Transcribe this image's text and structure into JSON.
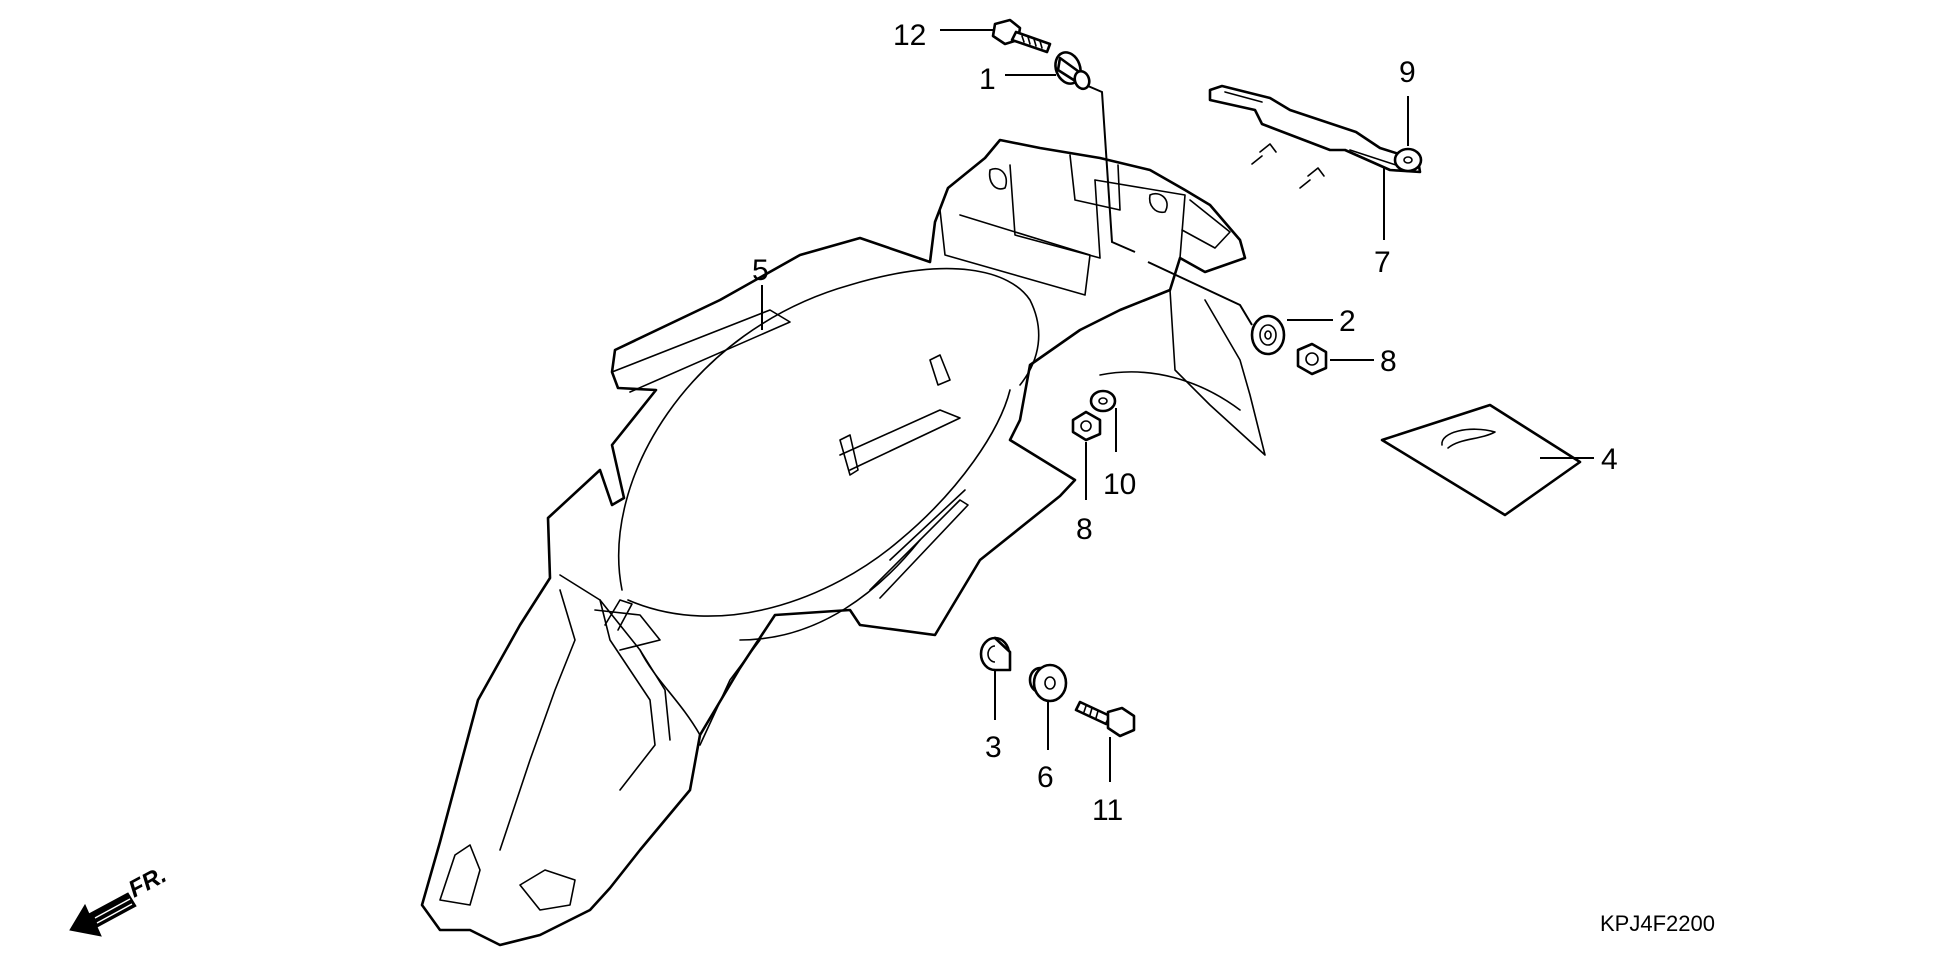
{
  "diagram": {
    "code": "KPJ4F2200",
    "direction_label": "FR.",
    "callouts": {
      "c1": "1",
      "c2": "2",
      "c3": "3",
      "c4": "4",
      "c5": "5",
      "c6": "6",
      "c7": "7",
      "c8a": "8",
      "c8b": "8",
      "c9": "9",
      "c10": "10",
      "c11": "11",
      "c12": "12"
    },
    "icons": [
      "front-direction-arrow-icon"
    ]
  }
}
